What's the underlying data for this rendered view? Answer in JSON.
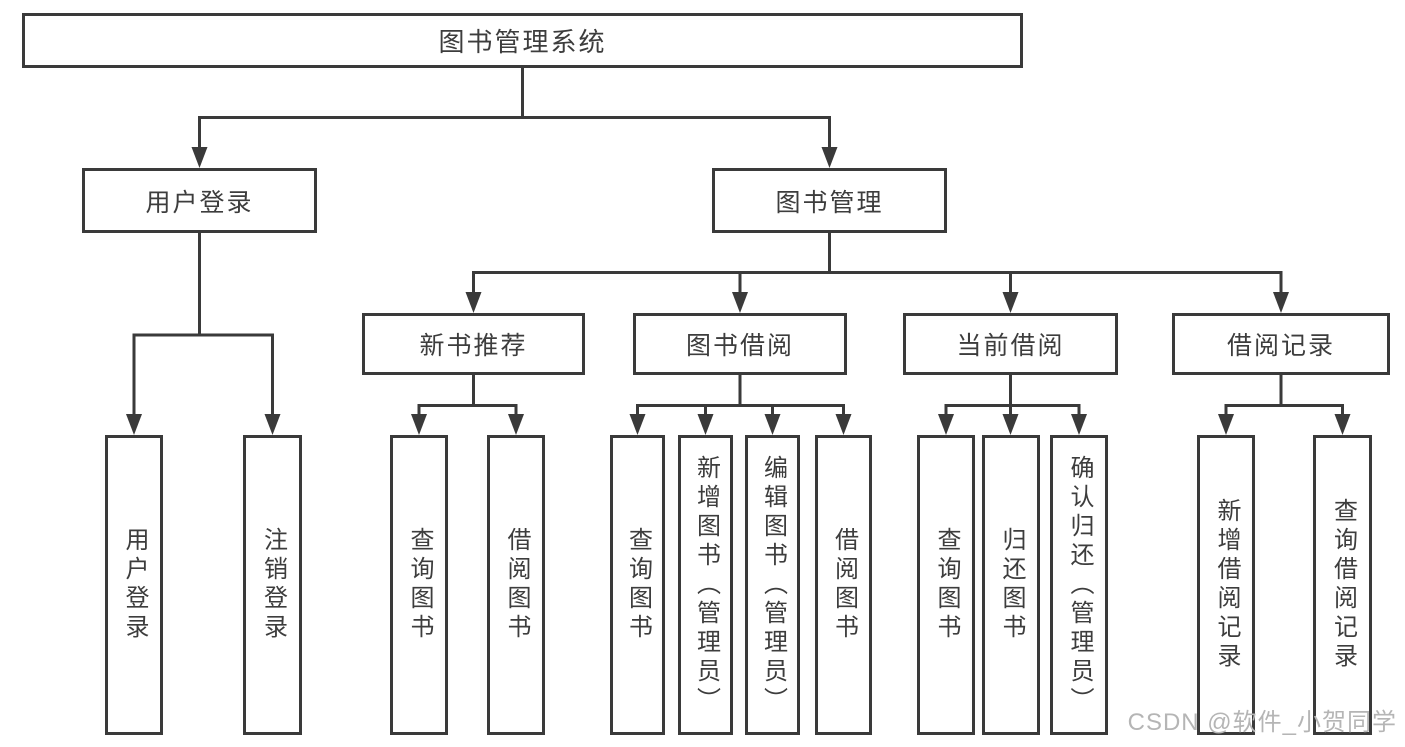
{
  "diagram": {
    "nodes": {
      "root": "图书管理系统",
      "user_login": "用户登录",
      "book_mgmt": "图书管理",
      "new_book_rec": "新书推荐",
      "book_borrow": "图书借阅",
      "current_borrow": "当前借阅",
      "borrow_record": "借阅记录",
      "leaf_user_login": "用户登录",
      "leaf_logout": "注销登录",
      "leaf_nbr_query_books": "查询图书",
      "leaf_nbr_borrow_books": "借阅图书",
      "leaf_bb_query_books": "查询图书",
      "leaf_bb_add_books_admin": "新增图书（管理员）",
      "leaf_bb_edit_books_admin": "编辑图书（管理员）",
      "leaf_bb_borrow_books": "借阅图书",
      "leaf_cb_query_books": "查询图书",
      "leaf_cb_return_books": "归还图书",
      "leaf_cb_confirm_return_admin": "确认归还（管理员）",
      "leaf_br_add_record": "新增借阅记录",
      "leaf_br_query_record": "查询借阅记录"
    },
    "watermark": "CSDN @软件_小贺同学",
    "colors": {
      "line": "#3a3a3a",
      "text": "#3d3d3d",
      "watermark": "#b5b5b5",
      "background": "#ffffff"
    }
  }
}
